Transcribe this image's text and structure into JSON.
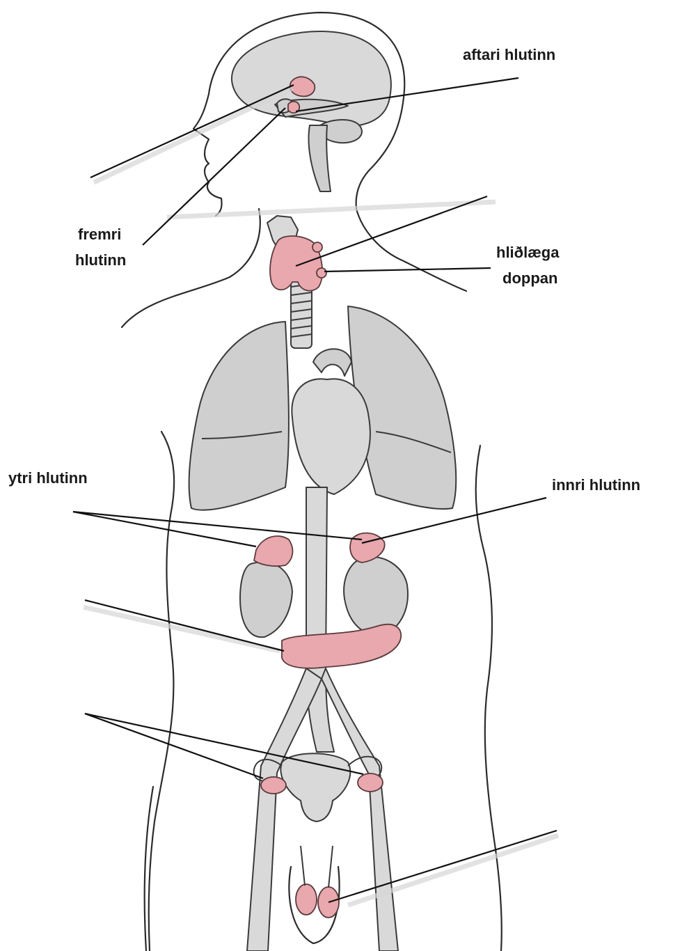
{
  "labels": {
    "posterior": "aftari hlutinn",
    "anterior_line1": "fremri",
    "anterior_line2": "hlutinn",
    "parathyroid_line1": "hliðlæga",
    "parathyroid_line2": "doppan",
    "cortex": "ytri hlutinn",
    "medulla": "innri hlutinn"
  },
  "colors": {
    "gland": "#e8a8ad",
    "organ": "#cfcfcf",
    "outline": "#2b2b2b"
  }
}
